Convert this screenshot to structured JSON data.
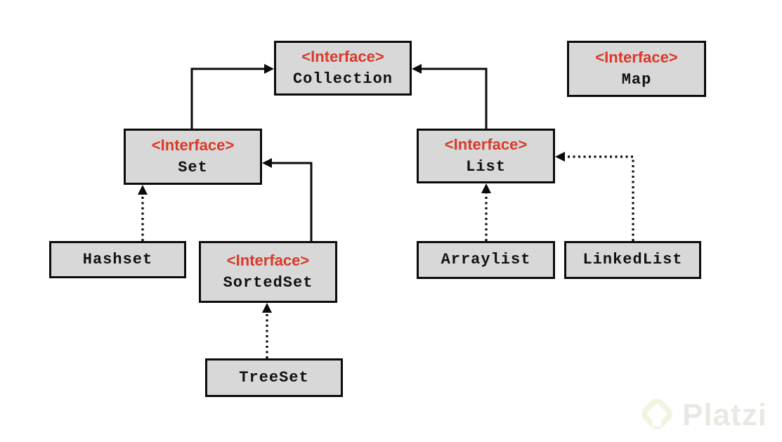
{
  "diagram": {
    "nodes": {
      "collection": {
        "stereotype": "<Interface>",
        "name": "Collection"
      },
      "map": {
        "stereotype": "<Interface>",
        "name": "Map"
      },
      "set": {
        "stereotype": "<Interface>",
        "name": "Set"
      },
      "list": {
        "stereotype": "<Interface>",
        "name": "List"
      },
      "sortedset": {
        "stereotype": "<Interface>",
        "name": "SortedSet"
      },
      "hashset": {
        "name": "Hashset"
      },
      "arraylist": {
        "name": "Arraylist"
      },
      "linkedlist": {
        "name": "LinkedList"
      },
      "treeset": {
        "name": "TreeSet"
      }
    },
    "edges": [
      {
        "from": "Set",
        "to": "Collection",
        "line": "solid"
      },
      {
        "from": "List",
        "to": "Collection",
        "line": "solid"
      },
      {
        "from": "SortedSet",
        "to": "Set",
        "line": "solid"
      },
      {
        "from": "Hashset",
        "to": "Set",
        "line": "dotted"
      },
      {
        "from": "Arraylist",
        "to": "List",
        "line": "dotted"
      },
      {
        "from": "LinkedList",
        "to": "List",
        "line": "dotted"
      },
      {
        "from": "TreeSet",
        "to": "SortedSet",
        "line": "dotted"
      }
    ],
    "colors": {
      "stereotype_red": "#d93a2a",
      "box_fill": "#d8d8d8",
      "box_border": "#0b0b0b",
      "background": "#ffffff"
    }
  },
  "watermark": {
    "text": "Platzi"
  }
}
